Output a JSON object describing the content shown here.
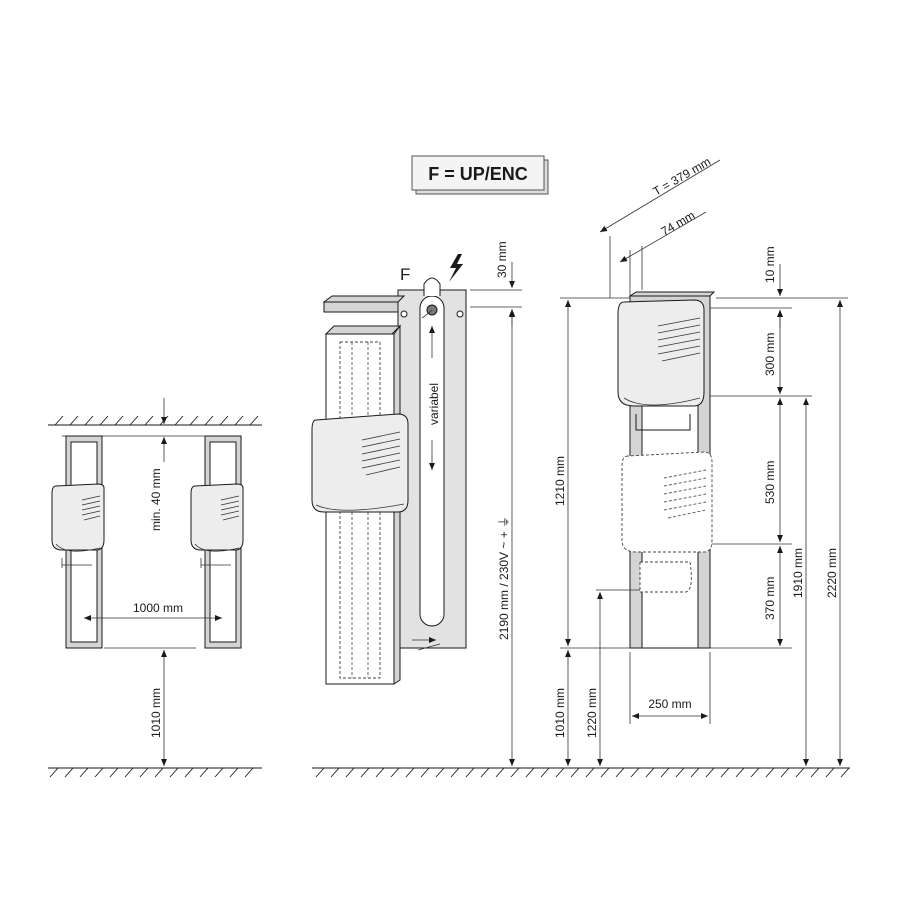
{
  "title": "F = UP/ENC",
  "mount_letter": "F",
  "labels": {
    "variable": "variabel",
    "min_gap": "min. 40 mm",
    "spacing": "1000 mm",
    "height_left": "1010 mm",
    "cable_height": "2190 mm / 230V ~ + ⏚",
    "top_offset": "30 mm",
    "depth_total": "T = 379 mm",
    "depth_dryer": "74 mm",
    "top_gap": "10 mm",
    "dryer_height": "300 mm",
    "upper_range": "1210 mm",
    "mid_range": "530 mm",
    "lower_range": "370 mm",
    "floor_low": "1010 mm",
    "floor_mid": "1220 mm",
    "floor_high": "1910 mm",
    "total_height": "2220 mm",
    "width": "250 mm"
  },
  "icons": {
    "lightning": "lightning-icon",
    "earth": "earth-ground-icon"
  }
}
